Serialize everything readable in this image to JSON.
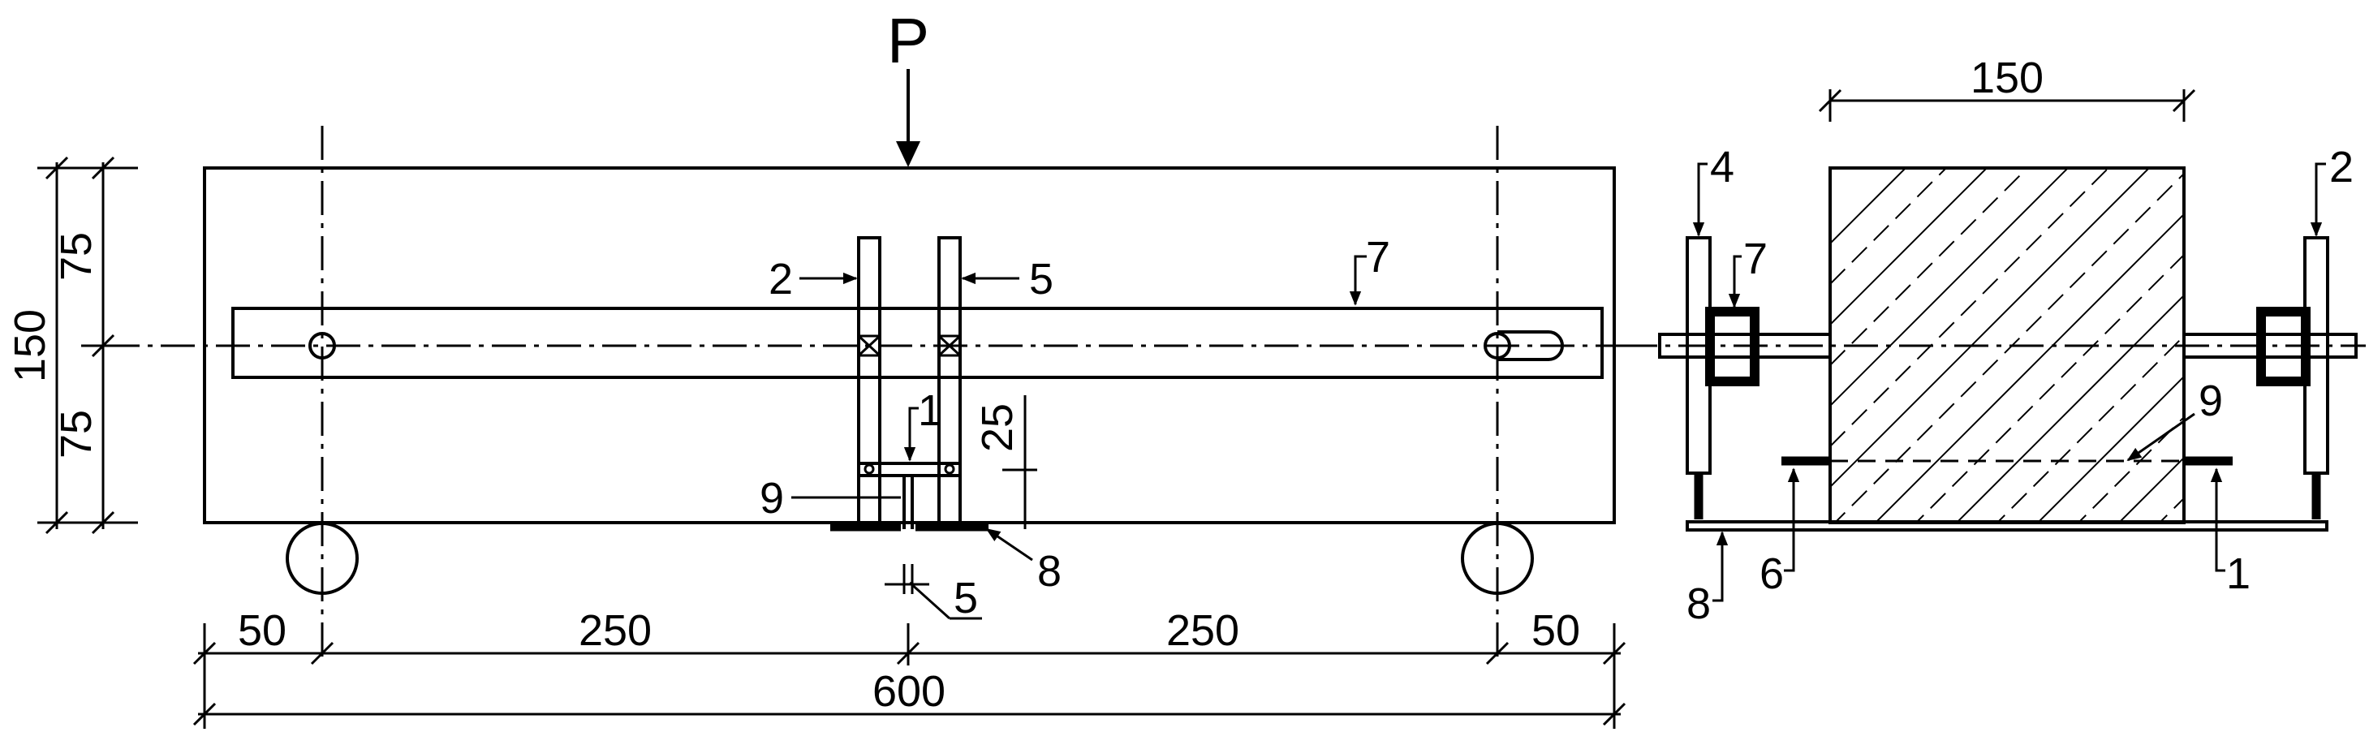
{
  "load": {
    "label": "P"
  },
  "elevation_dims": {
    "overhang_left": "50",
    "span_left": "250",
    "span_right": "250",
    "overhang_right": "50",
    "total_length": "600",
    "total_height": "150",
    "upper_half": "75",
    "lower_half": "75",
    "notch_depth": "25",
    "notch_width": "5"
  },
  "elevation_labels": {
    "item_1": "1",
    "item_2": "2",
    "item_5": "5",
    "item_7": "7",
    "item_8": "8",
    "item_9": "9"
  },
  "section_dims": {
    "width": "150"
  },
  "section_labels": {
    "item_1": "1",
    "item_2": "2",
    "item_4": "4",
    "item_6": "6",
    "item_7": "7",
    "item_8": "8",
    "item_9": "9"
  }
}
